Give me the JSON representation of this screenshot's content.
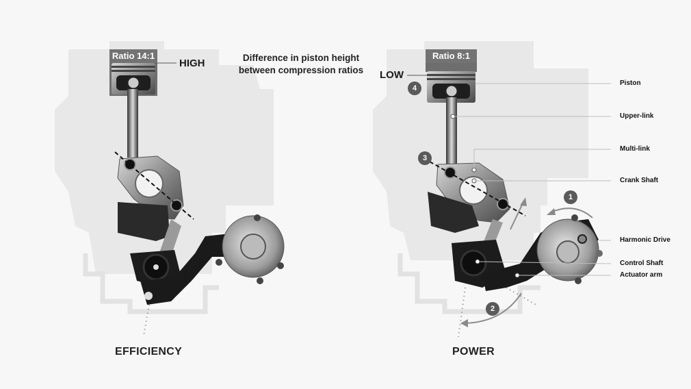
{
  "caption": {
    "line1": "Difference in piston height",
    "line2": "between compression ratios"
  },
  "left": {
    "ratio_label": "Ratio 14:1",
    "height_label": "HIGH",
    "mode_label": "EFFICIENCY"
  },
  "right": {
    "ratio_label": "Ratio 8:1",
    "height_label": "LOW",
    "mode_label": "POWER",
    "steps": [
      "1",
      "2",
      "3",
      "4"
    ]
  },
  "callouts": [
    {
      "label": "Piston"
    },
    {
      "label": "Upper-link"
    },
    {
      "label": "Multi-link"
    },
    {
      "label": "Crank Shaft"
    },
    {
      "label": "Harmonic Drive"
    },
    {
      "label": "Control Shaft"
    },
    {
      "label": "Actuator arm"
    }
  ],
  "colors": {
    "background": "#f7f7f7",
    "engine_silhouette": "#e6e6e6",
    "ratio_box": "#737373",
    "badge": "#5a5a5a",
    "part_dark": "#1c1c1c",
    "part_metal": "#9a9a9a"
  }
}
